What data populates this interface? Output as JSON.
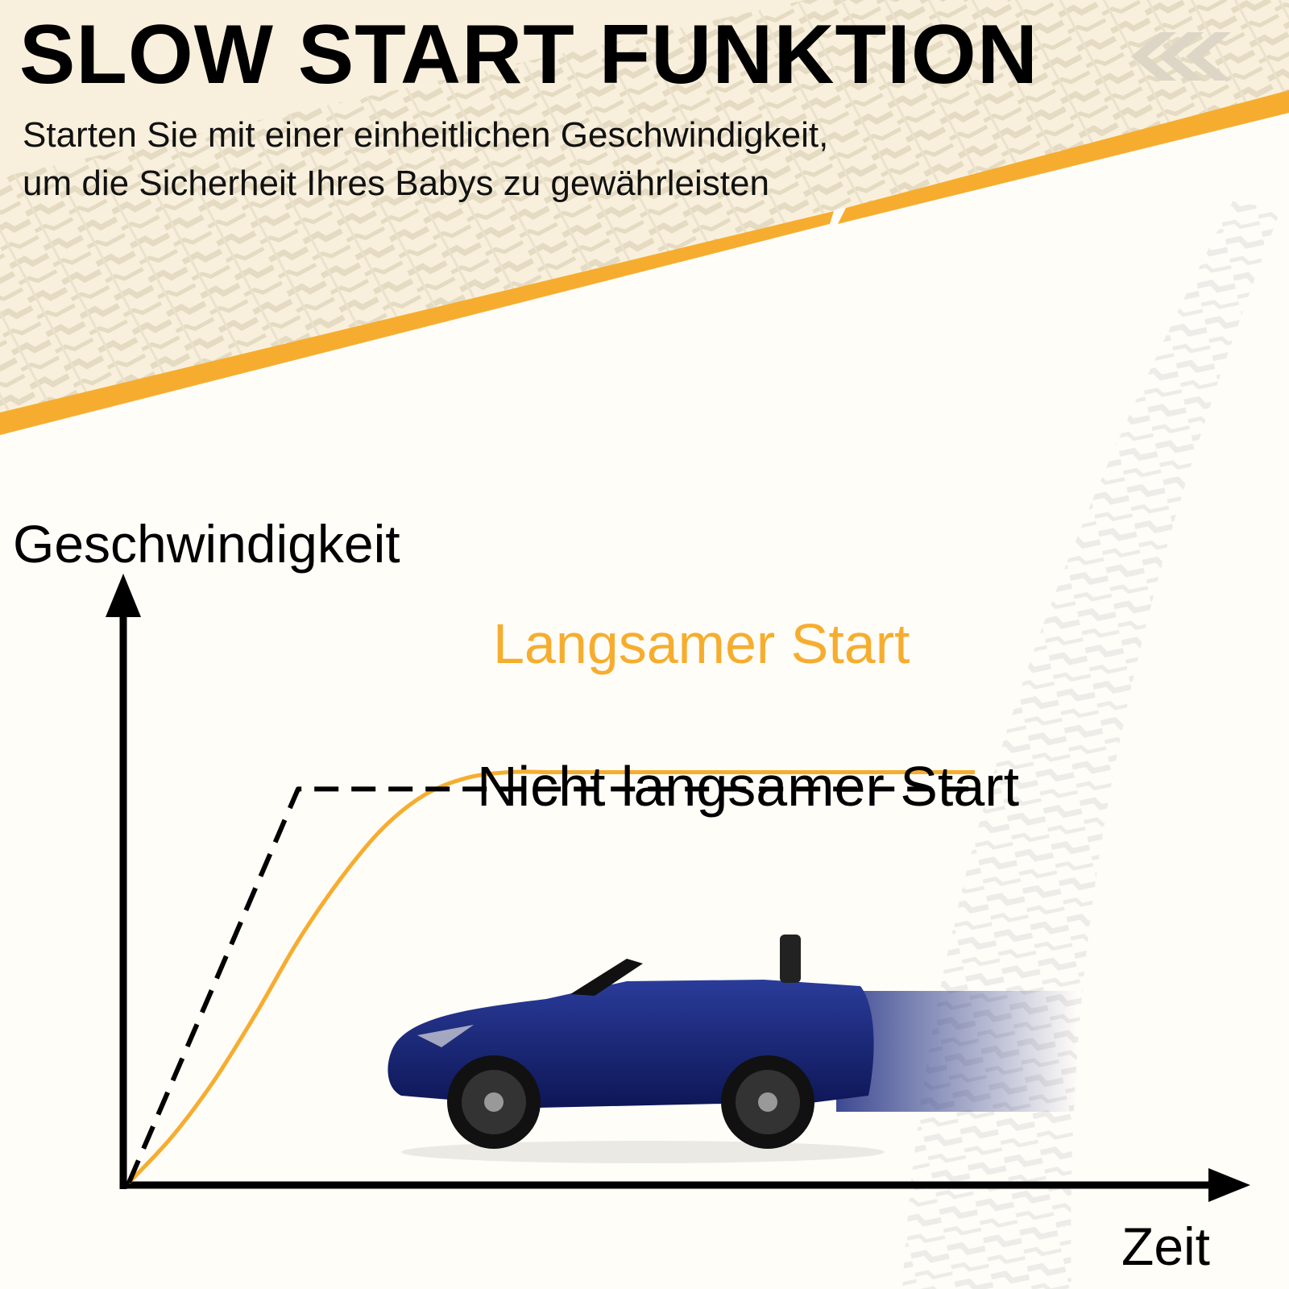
{
  "header": {
    "title": "SLOW START FUNKTION",
    "subtitle_lines": [
      "Starten Sie mit einer einheitlichen Geschwindigkeit,",
      "um die Sicherheit Ihres Babys zu gewährleisten"
    ]
  },
  "colors": {
    "accent_orange": "#f6ad2f",
    "banner_background": "#f8f0dc",
    "axis": "#000000",
    "car_blue": "#14206e"
  },
  "icons": [
    "chevron-arrows-icon",
    "tire-track-pattern",
    "toy-car-image"
  ],
  "chart_data": {
    "type": "line",
    "ylabel": "Geschwindigkeit",
    "xlabel": "Zeit",
    "grid": false,
    "xlim": [
      0,
      100
    ],
    "ylim": [
      0,
      100
    ],
    "series": [
      {
        "name": "Langsamer Start",
        "color": "#f6ad2f",
        "style": "solid",
        "x": [
          0,
          5,
          10,
          15,
          20,
          25,
          30,
          35,
          40,
          45,
          50,
          55,
          60,
          65,
          70,
          75,
          80,
          85,
          90,
          100
        ],
        "y": [
          0,
          8,
          18,
          30,
          43,
          54,
          63,
          69,
          72,
          73,
          73,
          73,
          73,
          73,
          73,
          73,
          73,
          73,
          73,
          73
        ]
      },
      {
        "name": "Nicht langsamer Start",
        "color": "#000000",
        "style": "dashed",
        "x": [
          0,
          20,
          100
        ],
        "y": [
          0,
          70,
          70
        ]
      }
    ]
  }
}
